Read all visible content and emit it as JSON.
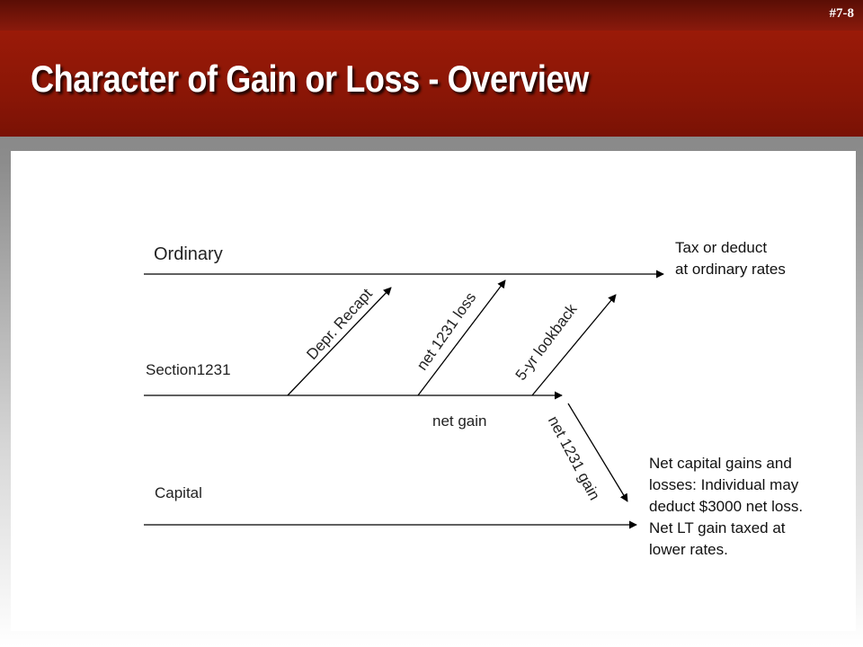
{
  "slide": {
    "number": "#7-8",
    "title": "Character of Gain or Loss - Overview"
  },
  "diagram": {
    "rows": {
      "ordinary": "Ordinary",
      "section1231": "Section1231",
      "capital": "Capital"
    },
    "arrows": {
      "depr_recapt": "Depr. Recapt",
      "net_1231_loss": "net 1231 loss",
      "lookback": "5-yr lookback",
      "net_1231_gain": "net 1231 gain"
    },
    "net_gain": "net gain",
    "ordinary_note": [
      "Tax or deduct",
      "at ordinary rates"
    ],
    "capital_note": [
      "Net capital gains and",
      "losses: Individual may",
      "deduct $3000 net loss.",
      "Net LT gain taxed at",
      "lower rates."
    ]
  },
  "colors": {
    "title_bar": "#8a1606",
    "line": "#000000"
  }
}
